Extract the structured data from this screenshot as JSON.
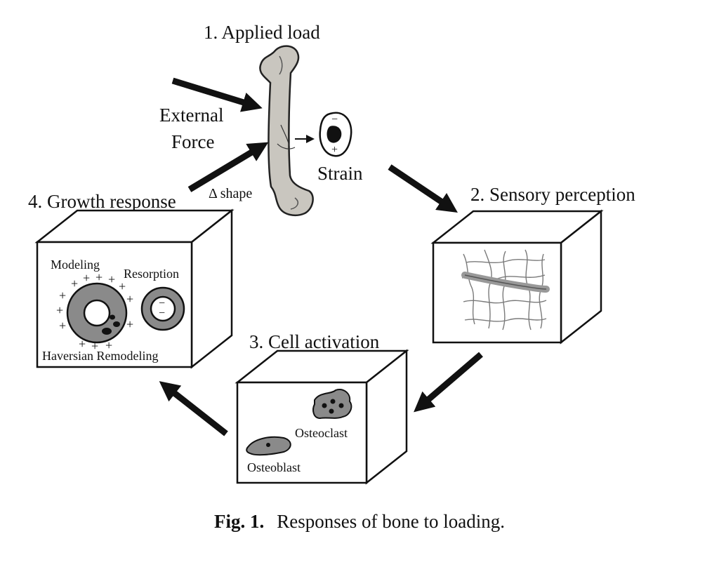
{
  "diagram": {
    "step1": {
      "label": "1. Applied load"
    },
    "step2": {
      "label": "2. Sensory perception"
    },
    "step3": {
      "label": "3. Cell activation"
    },
    "step4": {
      "label": "4. Growth response"
    },
    "external_force": {
      "line1": "External",
      "line2": "Force"
    },
    "delta_shape": "Δ shape",
    "strain": "Strain",
    "strain_minus": "−",
    "strain_plus": "+",
    "growth_box": {
      "modeling": "Modeling",
      "resorption": "Resorption",
      "haversian": "Haversian Remodeling",
      "plus": "+",
      "minus": "−"
    },
    "cell_box": {
      "osteoclast": "Osteoclast",
      "osteoblast": "Osteoblast"
    },
    "colors": {
      "gray_fill": "#8a8a8a",
      "bone_fill": "#c9c6bf",
      "ink": "#111111"
    }
  },
  "caption": {
    "label": "Fig. 1.",
    "text": "Responses of bone to loading."
  }
}
